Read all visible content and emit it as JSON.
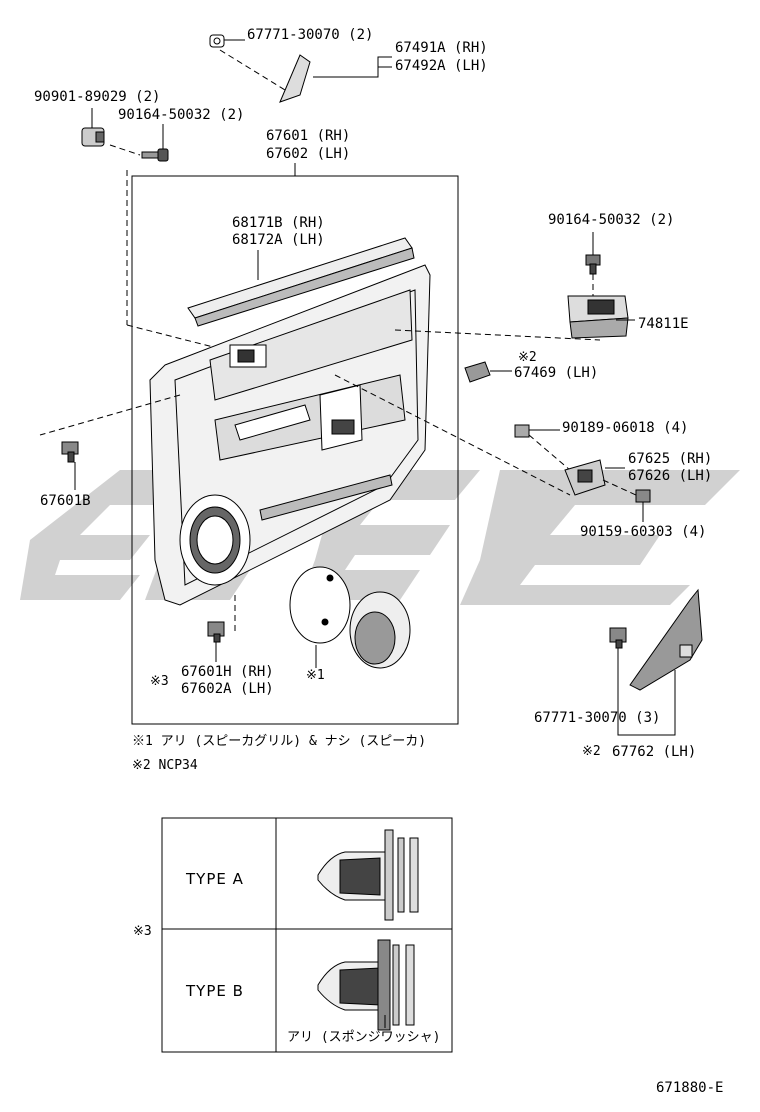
{
  "labels": {
    "clip_top": "67771-30070 (2)",
    "garnish_rh": "67491A (RH)",
    "garnish_lh": "67492A (LH)",
    "clip_left": "90901-89029 (2)",
    "screw_top": "90164-50032 (2)",
    "board_rh": "67601 (RH)",
    "board_lh": "67602 (LH)",
    "weatherstrip_rh": "68171B (RH)",
    "weatherstrip_lh": "68172A (LH)",
    "screw_right": "90164-50032 (2)",
    "switch_panel": "74811E",
    "ncp_mark": "※2",
    "bracket_lh": "67469 (LH)",
    "nut": "90189-06018 (4)",
    "handle_rh": "67625 (RH)",
    "handle_lh": "67626 (LH)",
    "screw_handle": "90159-60303 (4)",
    "clip_board": "67601B",
    "clip_h_mark": "※3",
    "clip_h_rh": "67601H (RH)",
    "clip_h_lh": "67602A (LH)",
    "speaker_mark": "※1",
    "clip_bottom_right": "67771-30070 (3)",
    "cover_lh_mark": "※2",
    "cover_lh": "67762 (LH)"
  },
  "notes": {
    "note1": "※1 アリ (スピーカグリル) & ナシ (スピーカ)",
    "note2": "※2 NCP34"
  },
  "type_table": {
    "side_mark": "※3",
    "row_a": "TYPE  A",
    "row_b": "TYPE  B",
    "row_b_caption": "アリ (スポンジワッシャ)"
  },
  "figure_id": "671880-E",
  "colors": {
    "line": "#000000",
    "watermark": "#c8c8c8",
    "panel_fill": "#f4f4f4"
  }
}
